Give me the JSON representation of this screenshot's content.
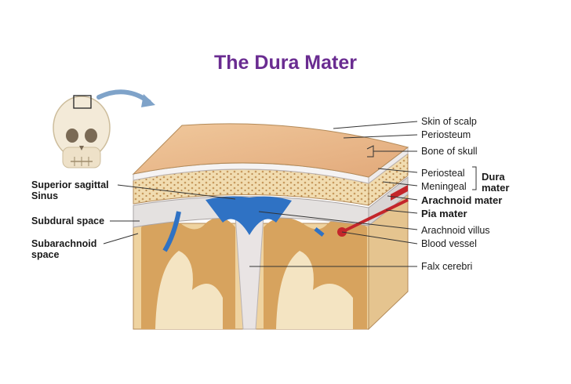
{
  "title": "The Dura Mater",
  "colors": {
    "title": "#6a2c91",
    "scalp": "#e9b98a",
    "bone": "#f1dcb0",
    "brain_gray": "#d7a35e",
    "brain_white": "#f4e4c2",
    "vessel_blue": "#2f72c4",
    "vessel_red": "#c4262b",
    "meninges": "#e4e1e0"
  },
  "icons": [
    "skull-icon",
    "arrow-icon"
  ],
  "labels": {
    "skin_of_scalp": "Skin of scalp",
    "periosteum": "Periosteum",
    "bone_of_skull": "Bone of skull",
    "periosteal": "Periosteal",
    "meningeal": "Meningeal",
    "dura_mater": "Dura\nmater",
    "arachnoid_mater": "Arachnoid mater",
    "pia_mater": "Pia mater",
    "arachnoid_villus": "Arachnoid villus",
    "blood_vessel": "Blood vessel",
    "falx_cerebri": "Falx cerebri",
    "superior_sagittal_sinus": "Superior sagittal\nSinus",
    "subdural_space": "Subdural space",
    "subarachnoid_space": "Subarachnoid\nspace"
  }
}
